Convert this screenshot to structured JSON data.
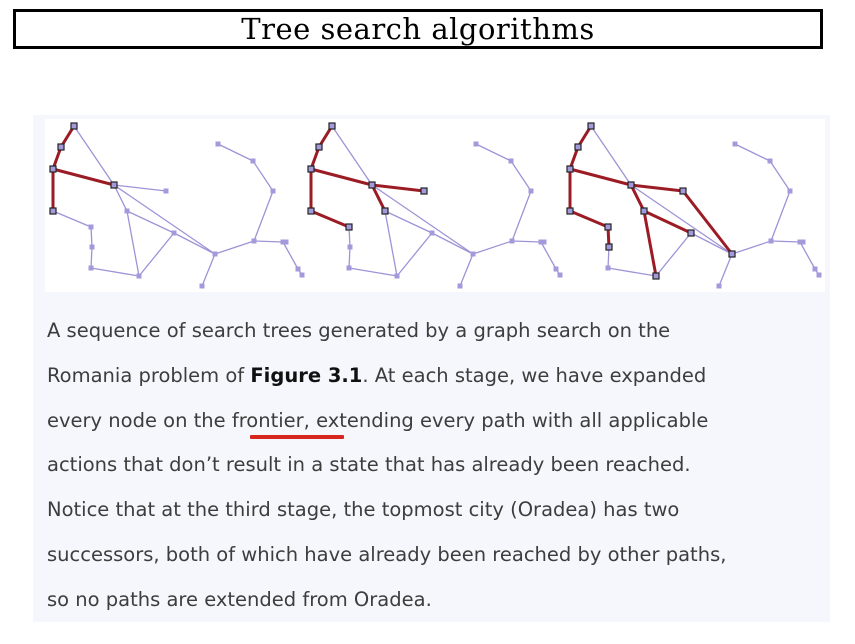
{
  "header": {
    "title": "Tree search algorithms"
  },
  "caption": {
    "line1": "A sequence of search trees generated by a graph search on the",
    "line2_pre": "Romania problem of ",
    "line2_bold": "Figure 3.1",
    "line2_post": ". At each stage, we have expanded",
    "line3_pre": "every node on the ",
    "line3_highlight": "frontier,",
    "line3_post": " extending every path with all applicable",
    "line4": "actions that don’t result in a state that has already been reached.",
    "line5": "Notice that at the third stage, the topmost city (Oradea) has two",
    "line6": "successors, both of which have already been reached by other paths,",
    "line7": "so no paths are extended from Oradea."
  },
  "colors": {
    "graph_edge": "#9f93d6",
    "graph_node": "#a499db",
    "tree_edge": "#9b1c24",
    "tree_node_border": "#222222",
    "annotation_underline": "#d7261d"
  }
}
